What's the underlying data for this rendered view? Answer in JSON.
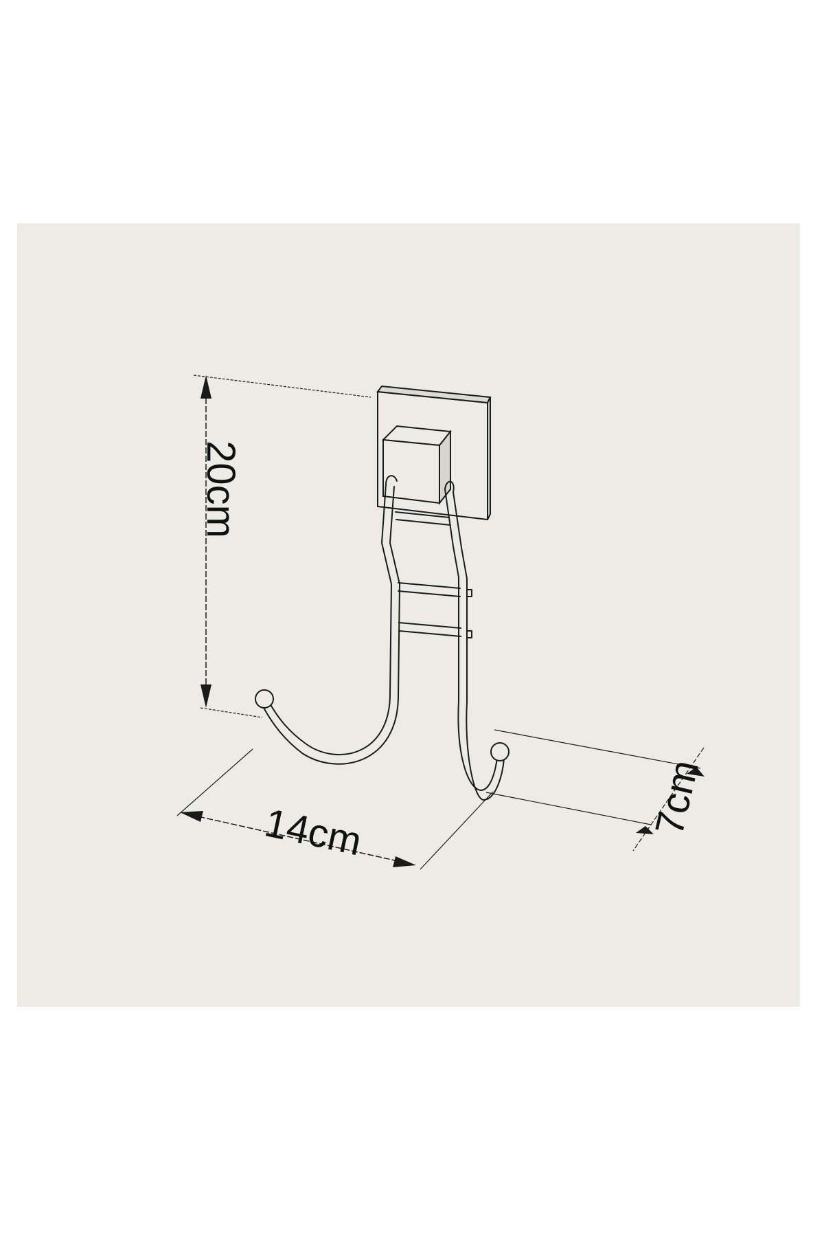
{
  "dimensions": {
    "height_label": "20cm",
    "width_label": "14cm",
    "depth_label": "7cm"
  },
  "colors": {
    "panel_background": "#ecebe6",
    "line": "#1a1a1a"
  }
}
